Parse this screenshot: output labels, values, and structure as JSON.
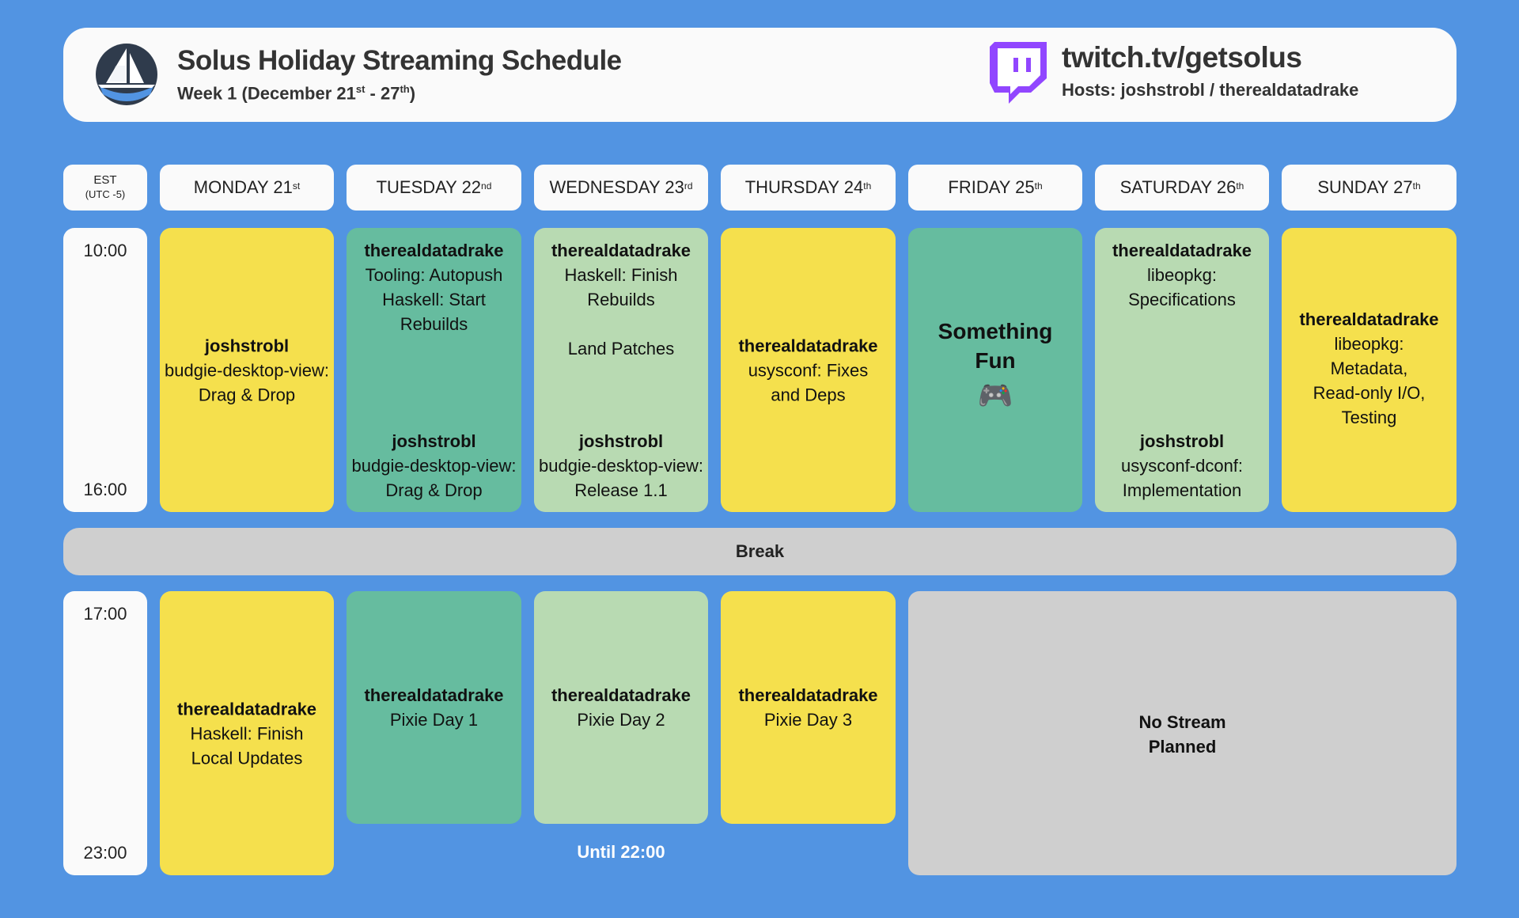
{
  "header": {
    "title": "Solus Holiday Streaming Schedule",
    "week_prefix": "Week 1 (December 21",
    "week_sup1": "st",
    "week_mid": " - 27",
    "week_sup2": "th",
    "week_suffix": ")",
    "twitch_url": "twitch.tv/getsolus",
    "hosts": "Hosts: joshstrobl / therealdatadrake"
  },
  "timezone": {
    "label": "EST",
    "offset": "(UTC -5)"
  },
  "days": [
    {
      "name": "MONDAY 21",
      "sup": "st"
    },
    {
      "name": "TUESDAY 22",
      "sup": "nd"
    },
    {
      "name": "WEDNESDAY 23",
      "sup": "rd"
    },
    {
      "name": "THURSDAY 24",
      "sup": "th"
    },
    {
      "name": "FRIDAY 25",
      "sup": "th"
    },
    {
      "name": "SATURDAY 26",
      "sup": "th"
    },
    {
      "name": "SUNDAY 27",
      "sup": "th"
    }
  ],
  "morning": {
    "start": "10:00",
    "end": "16:00",
    "monday": {
      "who": "joshstrobl",
      "task": "budgie-desktop-view:\nDrag & Drop"
    },
    "tuesday": {
      "first_who": "therealdatadrake",
      "first_task": "Tooling: Autopush\nHaskell: Start\nRebuilds",
      "second_who": "joshstrobl",
      "second_task": "budgie-desktop-view:\nDrag & Drop"
    },
    "wednesday": {
      "first_who": "therealdatadrake",
      "first_task": "Haskell: Finish\nRebuilds\n\nLand Patches",
      "second_who": "joshstrobl",
      "second_task": "budgie-desktop-view:\nRelease 1.1"
    },
    "thursday": {
      "who": "therealdatadrake",
      "task": "usysconf: Fixes\nand Deps"
    },
    "friday": {
      "title": "Something\nFun",
      "icon": "gamepad-icon",
      "glyph": "🎮"
    },
    "saturday": {
      "first_who": "therealdatadrake",
      "first_task": "libeopkg:\nSpecifications",
      "second_who": "joshstrobl",
      "second_task": "usysconf-dconf:\nImplementation"
    },
    "sunday": {
      "who": "therealdatadrake",
      "task": "libeopkg:\nMetadata,\nRead-only I/O,\nTesting"
    }
  },
  "break_label": "Break",
  "evening": {
    "start": "17:00",
    "end": "23:00",
    "monday": {
      "who": "therealdatadrake",
      "task": "Haskell: Finish\nLocal Updates"
    },
    "tuesday": {
      "who": "therealdatadrake",
      "task": "Pixie Day 1"
    },
    "wednesday": {
      "who": "therealdatadrake",
      "task": "Pixie Day 2"
    },
    "thursday": {
      "who": "therealdatadrake",
      "task": "Pixie Day 3"
    },
    "weekend": "No Stream\nPlanned",
    "until_label": "Until 22:00"
  },
  "colors": {
    "background": "#5294e2",
    "yellow": "#f5e04d",
    "teal": "#66bc9f",
    "mint": "#b8dab2",
    "grey": "#cfcfcf",
    "twitch_purple": "#9146ff"
  }
}
